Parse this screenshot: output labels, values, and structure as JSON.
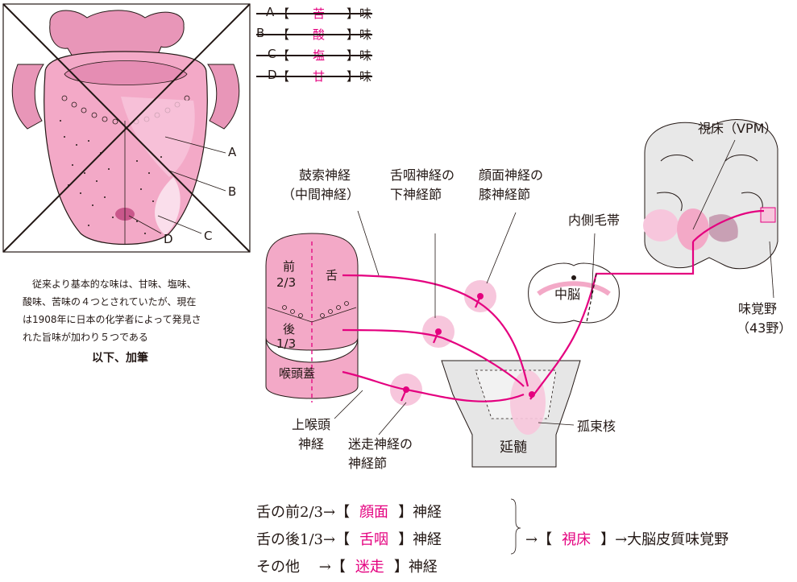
{
  "taste_rows": [
    {
      "letter": "A",
      "taste": "苦",
      "suffix": "味"
    },
    {
      "letter": "B",
      "taste": "酸",
      "suffix": "味"
    },
    {
      "letter": "C",
      "taste": "塩",
      "suffix": "味"
    },
    {
      "letter": "D",
      "taste": "甘",
      "suffix": "味"
    }
  ],
  "brackets": {
    "open": "【",
    "close": "】"
  },
  "tongue_labels": {
    "a": "A",
    "b": "B",
    "c": "C",
    "d": "D"
  },
  "caption": {
    "line1": "従来より基本的な味は、甘味、塩味、",
    "line2": "酸味、苦味の４つとされていたが、現在",
    "line3": "は1908年に日本の化学者によって発見さ",
    "line4": "れた旨味が加わり５つである",
    "note": "以下、加筆"
  },
  "labels": {
    "chorda_1": "鼓索神経",
    "chorda_2": "（中間神経）",
    "glosso_1": "舌咽神経の",
    "glosso_2": "下神経節",
    "facial_1": "顔面神経の",
    "facial_2": "膝神経節",
    "lemniscus": "内側毛帯",
    "thalamus": "視床（VPM）",
    "gust_1": "味覚野",
    "gust_2": "（43野）",
    "midbrain": "中脳",
    "medulla": "延髄",
    "nts": "孤束核",
    "sup_laryngeal_1": "上喉頭",
    "sup_laryngeal_2": "神経",
    "vagus_1": "迷走神経の",
    "vagus_2": "神経節",
    "front_1": "前",
    "front_2": "2/3",
    "back_1": "後",
    "back_2": "1/3",
    "tongue": "舌",
    "epiglottis": "喉頭蓋"
  },
  "summary": {
    "rows": [
      {
        "prefix": "舌の前2/3→",
        "answer": "顔面",
        "suffix": "神経"
      },
      {
        "prefix": "舌の後1/3→",
        "answer": "舌咽",
        "suffix": "神経"
      },
      {
        "prefix": "その他　 →",
        "answer": "迷走",
        "suffix": "神経"
      }
    ],
    "arrow": "→",
    "final_answer": "視床",
    "final_suffix": "→大脳皮質味覚野"
  },
  "colors": {
    "accent": "#e4007f",
    "tongue_pink": "#f3a9c7",
    "light_pink": "#f7c6dc",
    "ink": "#231815",
    "gray": "#dcdcdc"
  }
}
